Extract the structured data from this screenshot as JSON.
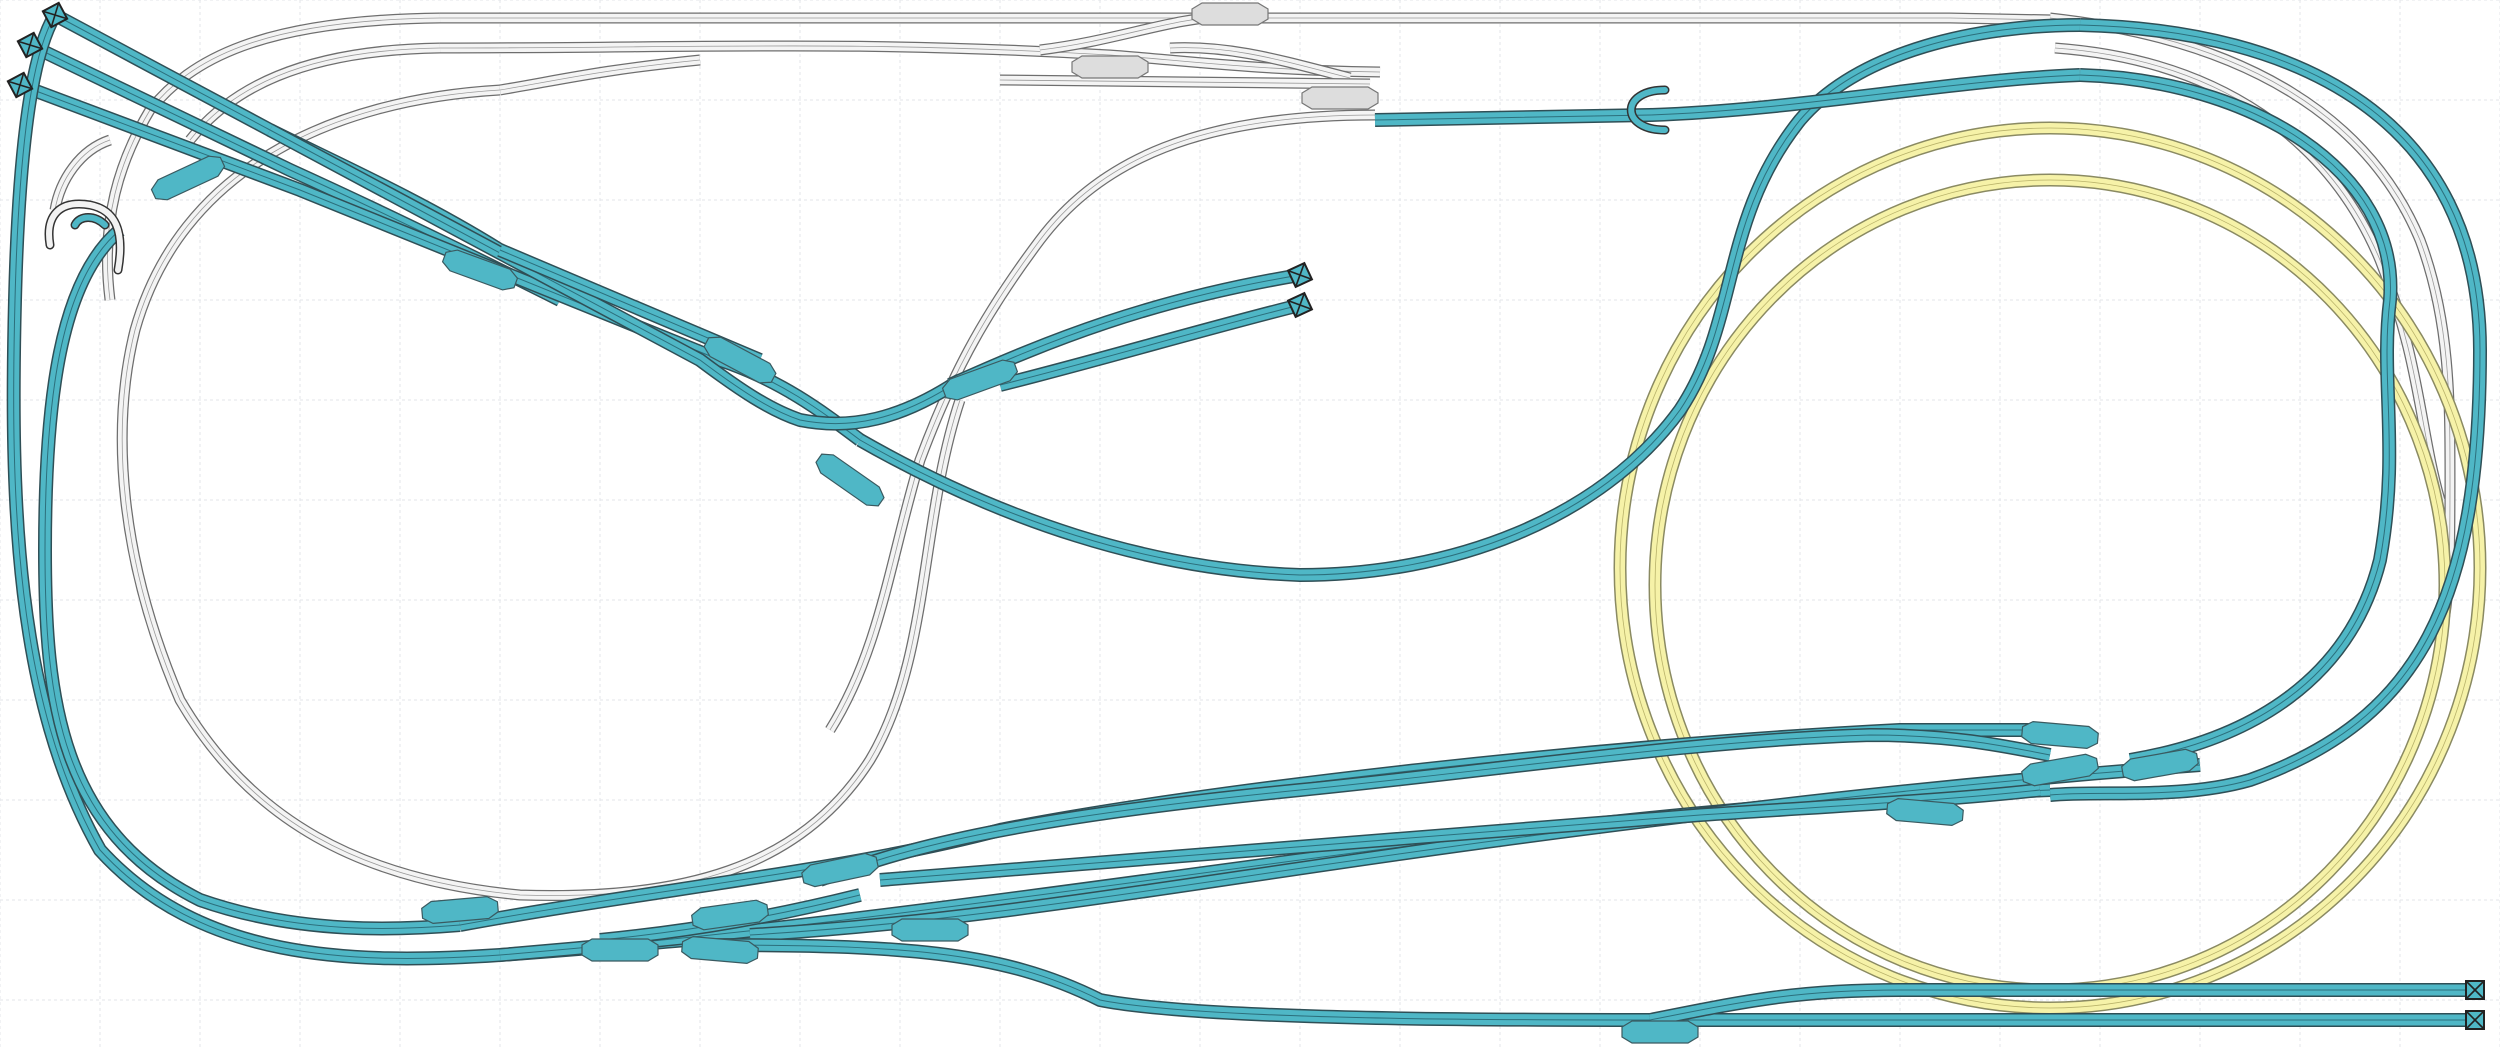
{
  "layout": {
    "colors": {
      "background": "#ffffff",
      "grid": "#e3e6ea",
      "main_line": "#4fb7c6",
      "secondary_line": "#f4f4f4",
      "circle_track": "#f6f2a8",
      "buffer_stop": "#4fb7c6",
      "turnout_blade": "#4fb7c6"
    },
    "icons": {
      "buffer_stop": "buffer-stop-icon",
      "turnout": "turnout-icon",
      "uncoupler": "uncoupler-icon"
    },
    "track_groups": [
      {
        "name": "blue-main-network",
        "color": "#4fb7c6"
      },
      {
        "name": "grey-upper-network",
        "color": "#f4f4f4"
      },
      {
        "name": "yellow-circle",
        "color": "#f6f2a8"
      }
    ]
  }
}
